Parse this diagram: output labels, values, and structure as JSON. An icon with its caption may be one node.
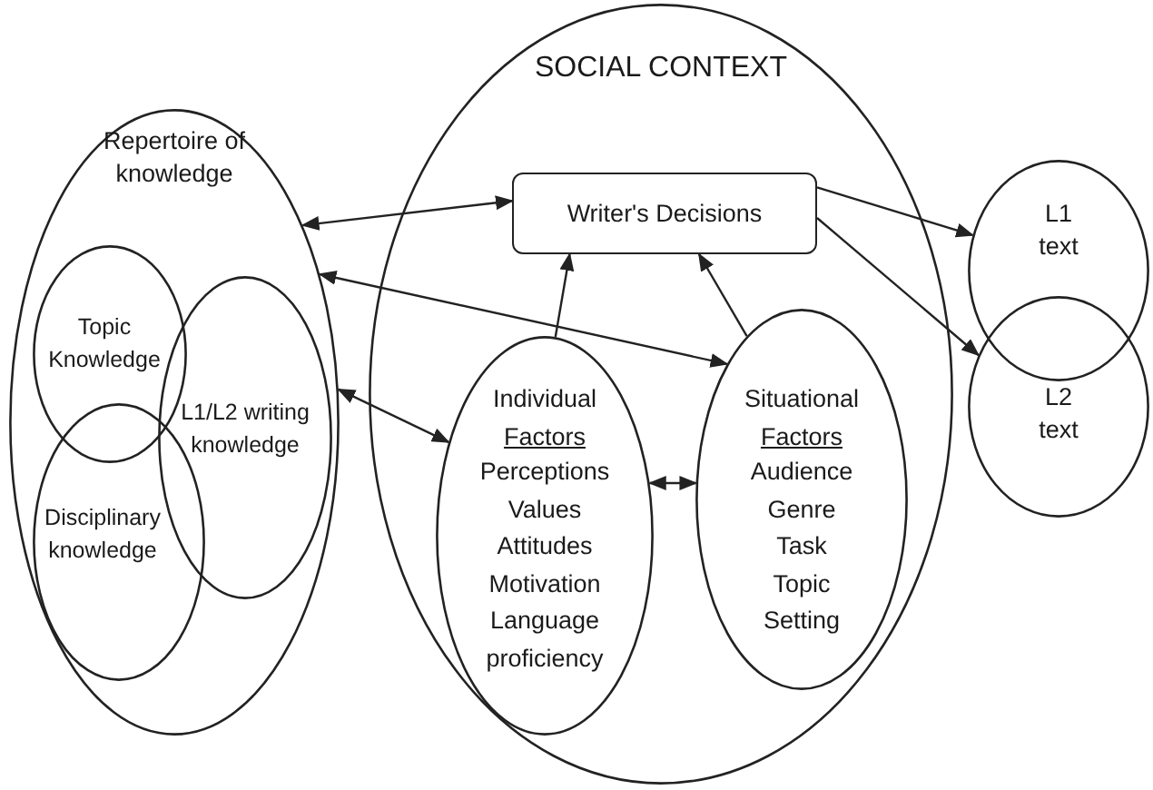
{
  "diagram": {
    "nodes": [
      {
        "text": [
          "Repertoire of knowledge"
        ]
      },
      {
        "text": [
          "Topic Knowledge"
        ],
        "in": 0
      },
      {
        "text": [
          "L1/L2 writing knowledge"
        ],
        "in": 0
      },
      {
        "text": [
          "Disciplinary knowledge"
        ],
        "in": 0
      },
      {
        "text": [
          "SOCIAL CONTEXT"
        ]
      },
      {
        "text": [
          "Writer's Decisions"
        ],
        "in": 4
      },
      {
        "text": [
          "Individual",
          "Factors",
          "Perceptions Values Attitudes Motivation Language proficiency"
        ],
        "in": 4
      },
      {
        "text": [
          "Situational",
          "Factors",
          "Audience Genre Task Topic Setting"
        ],
        "in": 4
      },
      {
        "text": [
          "L1 text"
        ]
      },
      {
        "text": [
          "L2 text"
        ]
      }
    ],
    "edges": [
      {
        "from": 0,
        "to": 5,
        "arrow": "both"
      },
      {
        "from": 0,
        "to": 6,
        "arrow": "both"
      },
      {
        "from": 0,
        "to": 7,
        "arrow": "both"
      },
      {
        "from": 6,
        "to": 5,
        "arrow": "to"
      },
      {
        "from": 7,
        "to": 5,
        "arrow": "to"
      },
      {
        "from": 6,
        "to": 7,
        "arrow": "both"
      },
      {
        "from": 5,
        "to": 8,
        "arrow": "to"
      },
      {
        "from": 5,
        "to": 9,
        "arrow": "to"
      }
    ]
  }
}
